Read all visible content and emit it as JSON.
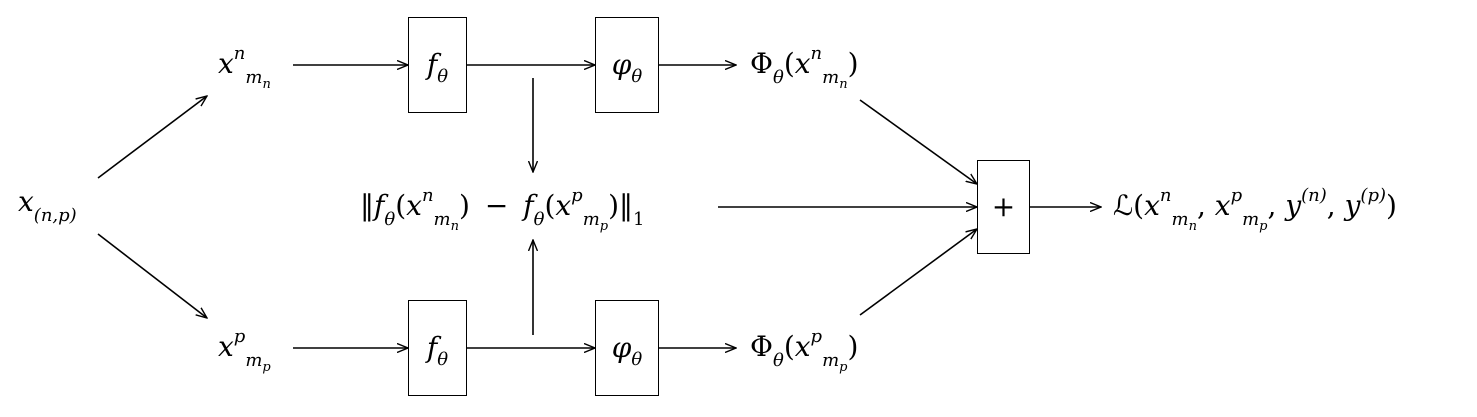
{
  "nodes": {
    "pair_input": {
      "base": "x",
      "sub": "(n,p)"
    },
    "x_neg": {
      "base": "x",
      "sup": "n",
      "sub_base": "m",
      "sub_sub": "n"
    },
    "x_pos": {
      "base": "x",
      "sup": "p",
      "sub_base": "m",
      "sub_sub": "p"
    },
    "f_top": {
      "base": "f",
      "sub": "θ"
    },
    "f_bottom": {
      "base": "f",
      "sub": "θ"
    },
    "phi_top": {
      "base": "φ",
      "sub": "θ"
    },
    "phi_bottom": {
      "base": "φ",
      "sub": "θ"
    },
    "Phi_neg": {
      "text_prefix": "Φ",
      "sub": "θ",
      "open": "(",
      "base": "x",
      "sup": "n",
      "sub_base": "m",
      "sub_sub": "n",
      "close": ")"
    },
    "Phi_pos": {
      "text_prefix": "Φ",
      "sub": "θ",
      "open": "(",
      "base": "x",
      "sup": "p",
      "sub_base": "m",
      "sub_sub": "p",
      "close": ")"
    },
    "l1_norm": {
      "open_norm": "‖",
      "f": "f",
      "theta": "θ",
      "open": "(",
      "x": "x",
      "n": "n",
      "m": "m",
      "p": "p",
      "close": ")",
      "minus": "−",
      "close_norm": "‖",
      "norm_sub": "1"
    },
    "plus": {
      "label": "+"
    },
    "loss": {
      "symbol": "ℒ",
      "open": "(",
      "x": "x",
      "n": "n",
      "m": "m",
      "p": "p",
      "y": "y",
      "sup_n": "(n)",
      "sup_p": "(p)",
      "comma": ",",
      "close": ")"
    }
  }
}
